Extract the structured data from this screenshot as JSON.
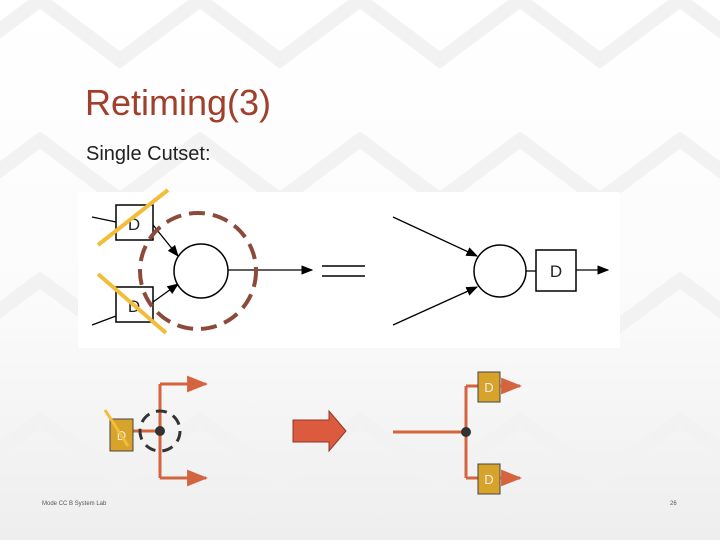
{
  "slide": {
    "title": "Retiming(3)",
    "subtitle": "Single Cutset:",
    "footer_left": "Mode CC B System Lab",
    "page_number": "26"
  },
  "diagram_top": {
    "left_register_top": "D",
    "left_register_bottom": "D",
    "equivalence_symbol": "=",
    "right_register": "D"
  },
  "diagram_bottom": {
    "left_register": "D",
    "right_register_top": "D",
    "right_register_bottom": "D"
  },
  "colors": {
    "title": "#a0402c",
    "cut_line": "#f2be3a",
    "cutset_circle": "#8b4a3a",
    "wire": "#d4643f",
    "register_fill": "#d8a32b",
    "arrow_fill": "#dc5b3e"
  }
}
